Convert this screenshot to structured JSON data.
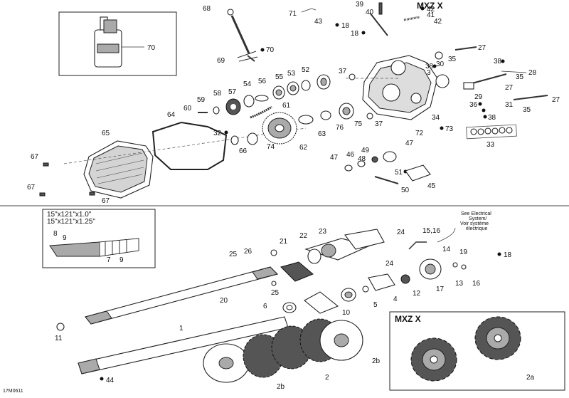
{
  "diagram": {
    "catalog_code": "17M0611",
    "variant_label": "MXZ X",
    "insets": {
      "track_sizes": [
        "15\"x121\"x1.0\"",
        "15\"x121\"x1.25\""
      ],
      "electrical_note": [
        "See Electrical",
        "System/",
        "Voir système",
        "électrique"
      ]
    },
    "callouts": [
      {
        "id": "c68",
        "text": "68"
      },
      {
        "id": "c70",
        "text": "70"
      },
      {
        "id": "c70b",
        "text": "70"
      },
      {
        "id": "c69",
        "text": "69"
      },
      {
        "id": "c71",
        "text": "71"
      },
      {
        "id": "c39",
        "text": "39"
      },
      {
        "id": "c40",
        "text": "40"
      },
      {
        "id": "c42a",
        "text": "42"
      },
      {
        "id": "c41",
        "text": "41"
      },
      {
        "id": "c42b",
        "text": "42"
      },
      {
        "id": "c43",
        "text": "43"
      },
      {
        "id": "c18a",
        "text": "18"
      },
      {
        "id": "c18b",
        "text": "18"
      },
      {
        "id": "c27a",
        "text": "27"
      },
      {
        "id": "c35a",
        "text": "35"
      },
      {
        "id": "c38a",
        "text": "38"
      },
      {
        "id": "c30",
        "text": "30"
      },
      {
        "id": "c38b",
        "text": "38"
      },
      {
        "id": "c28",
        "text": "28"
      },
      {
        "id": "c3",
        "text": "3"
      },
      {
        "id": "c35b",
        "text": "35"
      },
      {
        "id": "c27b",
        "text": "27"
      },
      {
        "id": "c29",
        "text": "29"
      },
      {
        "id": "c27c",
        "text": "27"
      },
      {
        "id": "c36",
        "text": "36"
      },
      {
        "id": "c31",
        "text": "31"
      },
      {
        "id": "c35c",
        "text": "35"
      },
      {
        "id": "c38c",
        "text": "38"
      },
      {
        "id": "c33",
        "text": "33"
      },
      {
        "id": "c34",
        "text": "34"
      },
      {
        "id": "c37a",
        "text": "37"
      },
      {
        "id": "c52",
        "text": "52"
      },
      {
        "id": "c53",
        "text": "53"
      },
      {
        "id": "c55",
        "text": "55"
      },
      {
        "id": "c56",
        "text": "56"
      },
      {
        "id": "c54",
        "text": "54"
      },
      {
        "id": "c57",
        "text": "57"
      },
      {
        "id": "c58",
        "text": "58"
      },
      {
        "id": "c59",
        "text": "59"
      },
      {
        "id": "c60",
        "text": "60"
      },
      {
        "id": "c61",
        "text": "61"
      },
      {
        "id": "c64",
        "text": "64"
      },
      {
        "id": "c65",
        "text": "65"
      },
      {
        "id": "c32",
        "text": "32"
      },
      {
        "id": "c63",
        "text": "63"
      },
      {
        "id": "c76",
        "text": "76"
      },
      {
        "id": "c75",
        "text": "75"
      },
      {
        "id": "c37b",
        "text": "37"
      },
      {
        "id": "c72",
        "text": "72"
      },
      {
        "id": "c73",
        "text": "73"
      },
      {
        "id": "c66",
        "text": "66"
      },
      {
        "id": "c74",
        "text": "74"
      },
      {
        "id": "c62",
        "text": "62"
      },
      {
        "id": "c67a",
        "text": "67"
      },
      {
        "id": "c67b",
        "text": "67"
      },
      {
        "id": "c67c",
        "text": "67"
      },
      {
        "id": "c47a",
        "text": "47"
      },
      {
        "id": "c46",
        "text": "46"
      },
      {
        "id": "c49",
        "text": "49"
      },
      {
        "id": "c48",
        "text": "48"
      },
      {
        "id": "c47b",
        "text": "47"
      },
      {
        "id": "c51",
        "text": "51"
      },
      {
        "id": "c50",
        "text": "50"
      },
      {
        "id": "c45",
        "text": "45"
      },
      {
        "id": "c8",
        "text": "8"
      },
      {
        "id": "c9",
        "text": "9"
      },
      {
        "id": "c79",
        "text": "7"
      },
      {
        "id": "c79b",
        "text": "9"
      },
      {
        "id": "c23",
        "text": "23"
      },
      {
        "id": "c24a",
        "text": "24"
      },
      {
        "id": "c22",
        "text": "22"
      },
      {
        "id": "c21",
        "text": "21"
      },
      {
        "id": "c26",
        "text": "26"
      },
      {
        "id": "c25a",
        "text": "25"
      },
      {
        "id": "c24b",
        "text": "24"
      },
      {
        "id": "c25b",
        "text": "25"
      },
      {
        "id": "c1516",
        "text": "15,16"
      },
      {
        "id": "c14",
        "text": "14"
      },
      {
        "id": "c19",
        "text": "19"
      },
      {
        "id": "c18c",
        "text": "18"
      },
      {
        "id": "c1316a",
        "text": "13"
      },
      {
        "id": "c1316b",
        "text": "16"
      },
      {
        "id": "c17",
        "text": "17"
      },
      {
        "id": "c12",
        "text": "12"
      },
      {
        "id": "c4",
        "text": "4"
      },
      {
        "id": "c5",
        "text": "5"
      },
      {
        "id": "c10",
        "text": "10"
      },
      {
        "id": "c6",
        "text": "6"
      },
      {
        "id": "c20",
        "text": "20"
      },
      {
        "id": "c11",
        "text": "11"
      },
      {
        "id": "c1",
        "text": "1"
      },
      {
        "id": "c44",
        "text": "44"
      },
      {
        "id": "c2",
        "text": "2"
      },
      {
        "id": "c2b1",
        "text": "2b"
      },
      {
        "id": "c2b2",
        "text": "2b"
      },
      {
        "id": "c2a",
        "text": "2a"
      }
    ]
  }
}
